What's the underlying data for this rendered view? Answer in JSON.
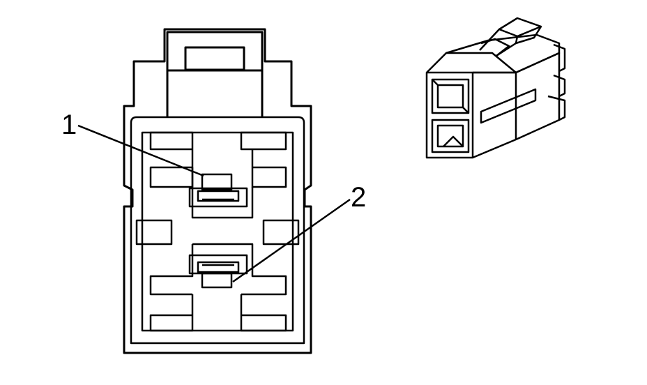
{
  "colors": {
    "line": "#000000",
    "fill": "#ffffff"
  },
  "diagram": {
    "front_view": {
      "callouts": [
        {
          "id": "terminal-1",
          "label": "1"
        },
        {
          "id": "terminal-2",
          "label": "2"
        }
      ]
    },
    "iso_view": {}
  }
}
